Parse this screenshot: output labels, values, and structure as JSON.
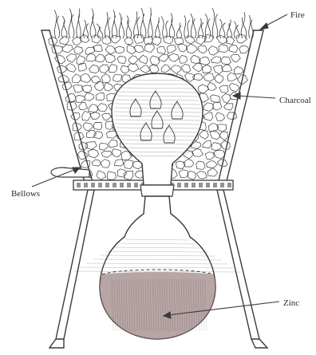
{
  "labels": {
    "fire": "Fire",
    "charcoal": "Charcoal",
    "bellows": "Bellows",
    "zinc": "Zinc"
  },
  "colors": {
    "ink": "#3a3a3a",
    "zinc_fill": "#9a7f7f"
  }
}
